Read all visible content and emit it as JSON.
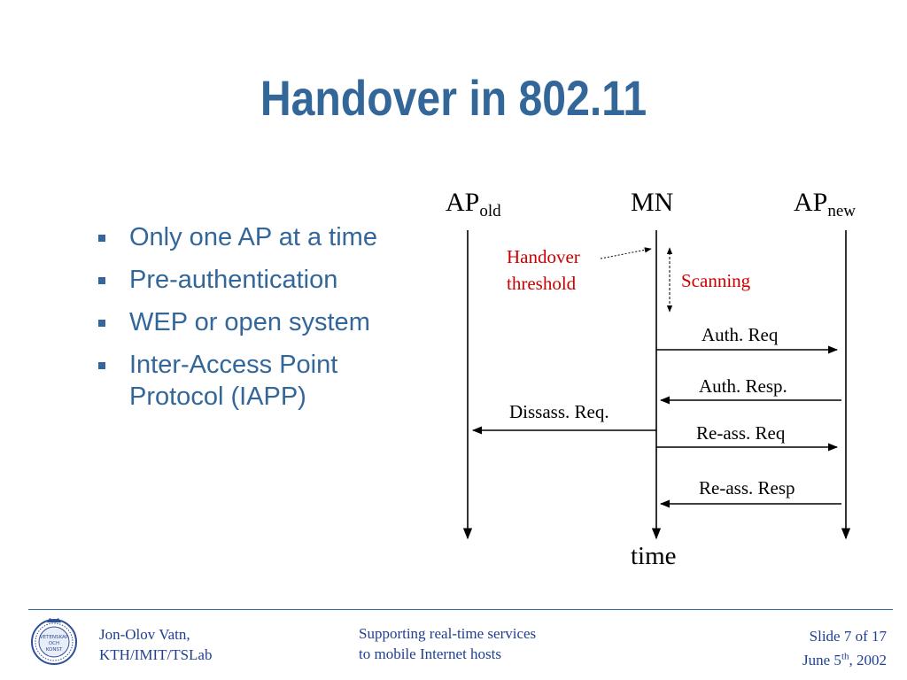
{
  "slide": {
    "title": "Handover in 802.11",
    "bullets": [
      "Only one AP at a time",
      "Pre-authentication",
      "WEP or open system",
      "Inter-Access Point Protocol (IAPP)"
    ]
  },
  "diagram": {
    "entities": {
      "ap_old": {
        "base": "AP",
        "sub": "old"
      },
      "mn": {
        "base": "MN"
      },
      "ap_new": {
        "base": "AP",
        "sub": "new"
      }
    },
    "notes": {
      "handover_line1": "Handover",
      "handover_line2": "threshold",
      "scanning": "Scanning"
    },
    "messages": [
      {
        "label": "Auth. Req",
        "from": "MN",
        "to": "APnew"
      },
      {
        "label": "Auth. Resp.",
        "from": "APnew",
        "to": "MN"
      },
      {
        "label": "Dissass. Req.",
        "from": "MN",
        "to": "APold"
      },
      {
        "label": "Re-ass. Req",
        "from": "MN",
        "to": "APnew"
      },
      {
        "label": "Re-ass. Resp",
        "from": "APnew",
        "to": "MN"
      }
    ],
    "time_label": "time"
  },
  "footer": {
    "author_line1": "Jon-Olov Vatn,",
    "author_line2": "KTH/IMIT/TSLab",
    "topic_line1": "Supporting real-time services",
    "topic_line2": "to mobile Internet hosts",
    "slide_number": "Slide 7 of 17",
    "date_prefix": "June 5",
    "date_sup": "th",
    "date_suffix": ", 2002",
    "logo_text_line1": "VETENSKAP",
    "logo_text_line2": "OCH",
    "logo_text_line3": "KONST"
  },
  "colors": {
    "title": "#336699",
    "note": "#cc0000",
    "footer_text": "#1f3f8f"
  }
}
